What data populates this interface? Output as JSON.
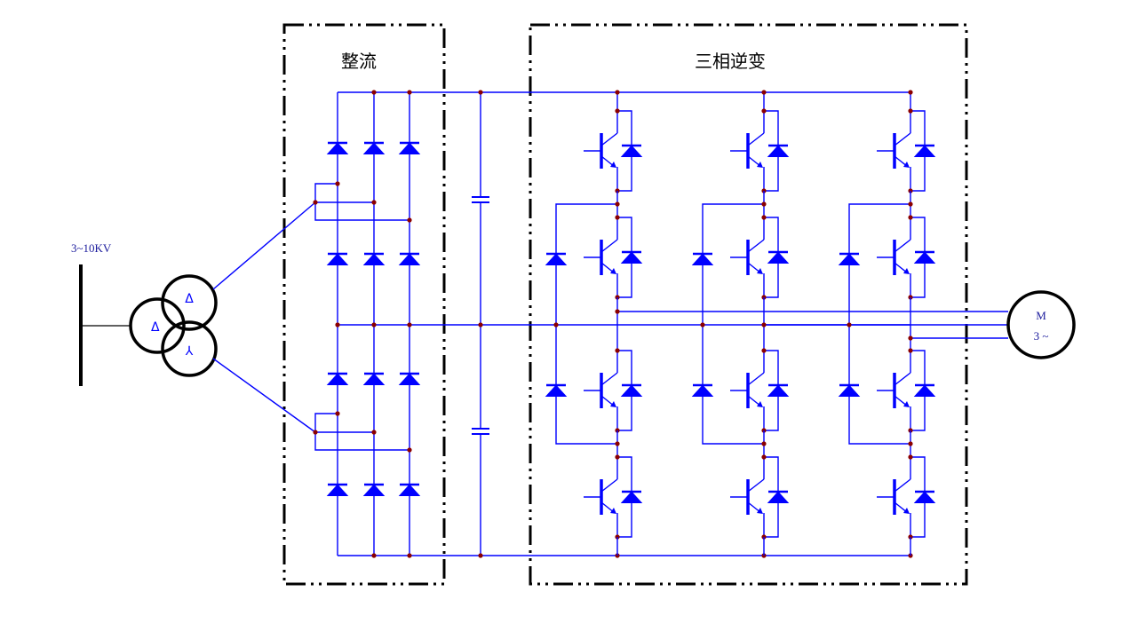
{
  "diagram": {
    "type": "circuit-schematic",
    "title_rectifier": "整流",
    "title_inverter": "三相逆变",
    "source_voltage_label": "3~10KV",
    "transformer": {
      "primary_winding": "Δ",
      "secondary_windings": [
        "Δ",
        "⅄"
      ]
    },
    "motor": {
      "label": "M",
      "phase_label": "3 ~"
    },
    "rectifier": {
      "bridges": 2,
      "diodes_per_column": 4,
      "columns": 3
    },
    "dc_link": {
      "capacitors": 2
    },
    "inverter": {
      "legs": 3,
      "switches_per_leg": 4,
      "topology": "three-level NPC",
      "clamp_diodes_per_leg": 2
    },
    "colors": {
      "wire": "#0000ff",
      "junction": "#8b0000",
      "frame": "#000000"
    }
  }
}
